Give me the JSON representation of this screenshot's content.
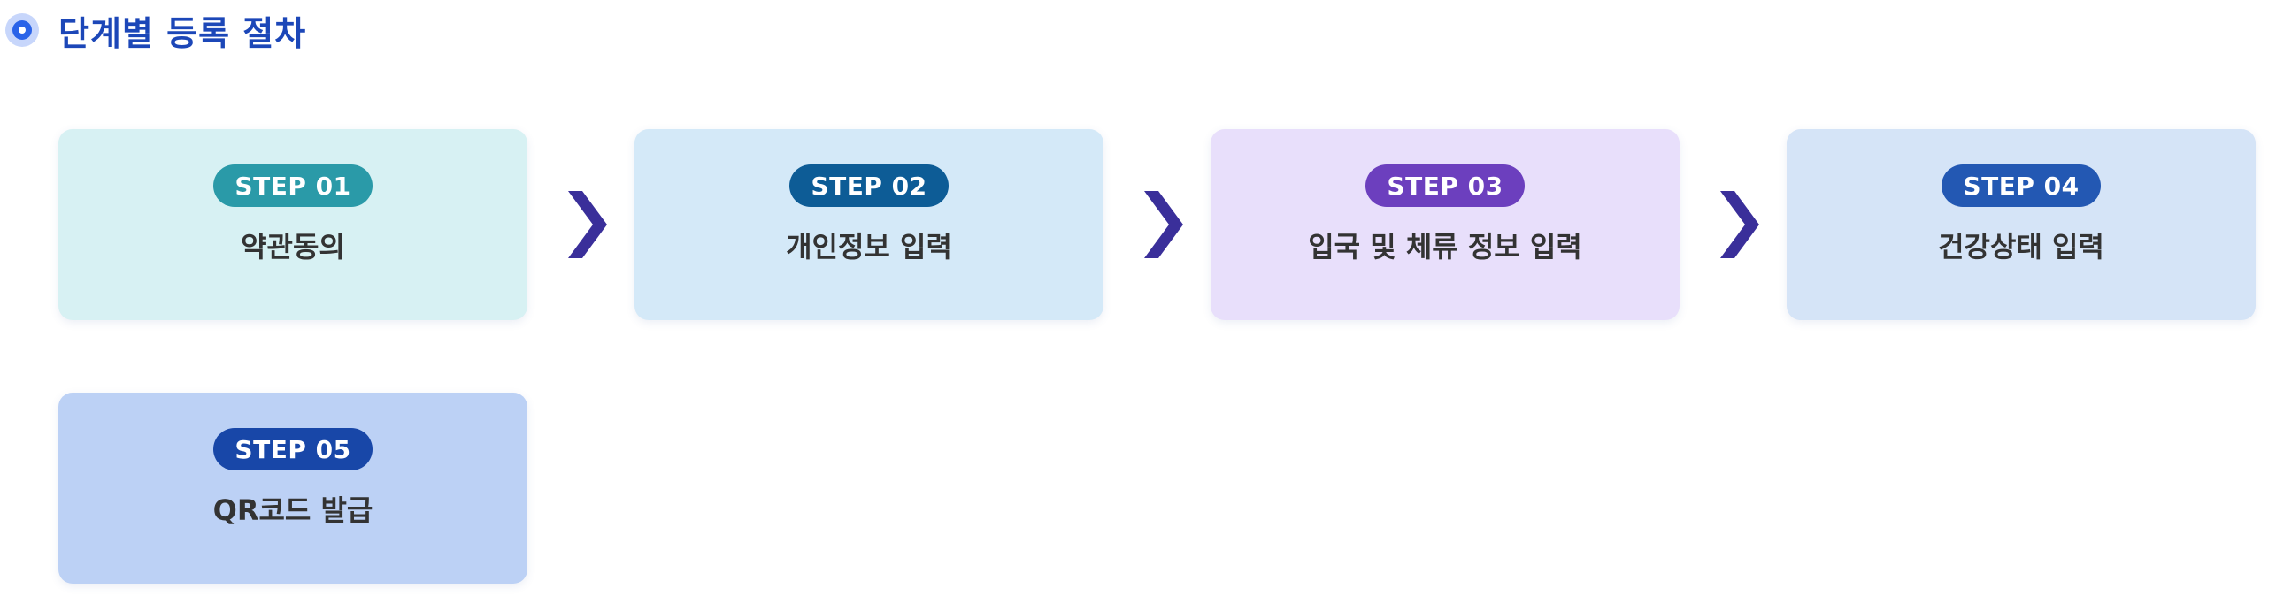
{
  "section": {
    "title": "단계별 등록 절차"
  },
  "steps": [
    {
      "badge": "STEP 01",
      "label": "약관동의",
      "card_color": "#d7f1f3",
      "badge_color": "#2a9aa8"
    },
    {
      "badge": "STEP 02",
      "label": "개인정보 입력",
      "card_color": "#d4e9f8",
      "badge_color": "#0d5c96"
    },
    {
      "badge": "STEP 03",
      "label": "입국 및 체류 정보 입력",
      "card_color": "#e8dffb",
      "badge_color": "#6c3fbe"
    },
    {
      "badge": "STEP 04",
      "label": "건강상태 입력",
      "card_color": "#d5e4f7",
      "badge_color": "#2358b3"
    },
    {
      "badge": "STEP 05",
      "label": "QR코드 발급",
      "card_color": "#bcd1f5",
      "badge_color": "#1847a8"
    }
  ],
  "colors": {
    "arrow": "#3a2f9a",
    "title": "#1c47b8"
  },
  "icons": {
    "bullet": "circle-bullet-icon",
    "arrow": "chevron-right-icon"
  }
}
